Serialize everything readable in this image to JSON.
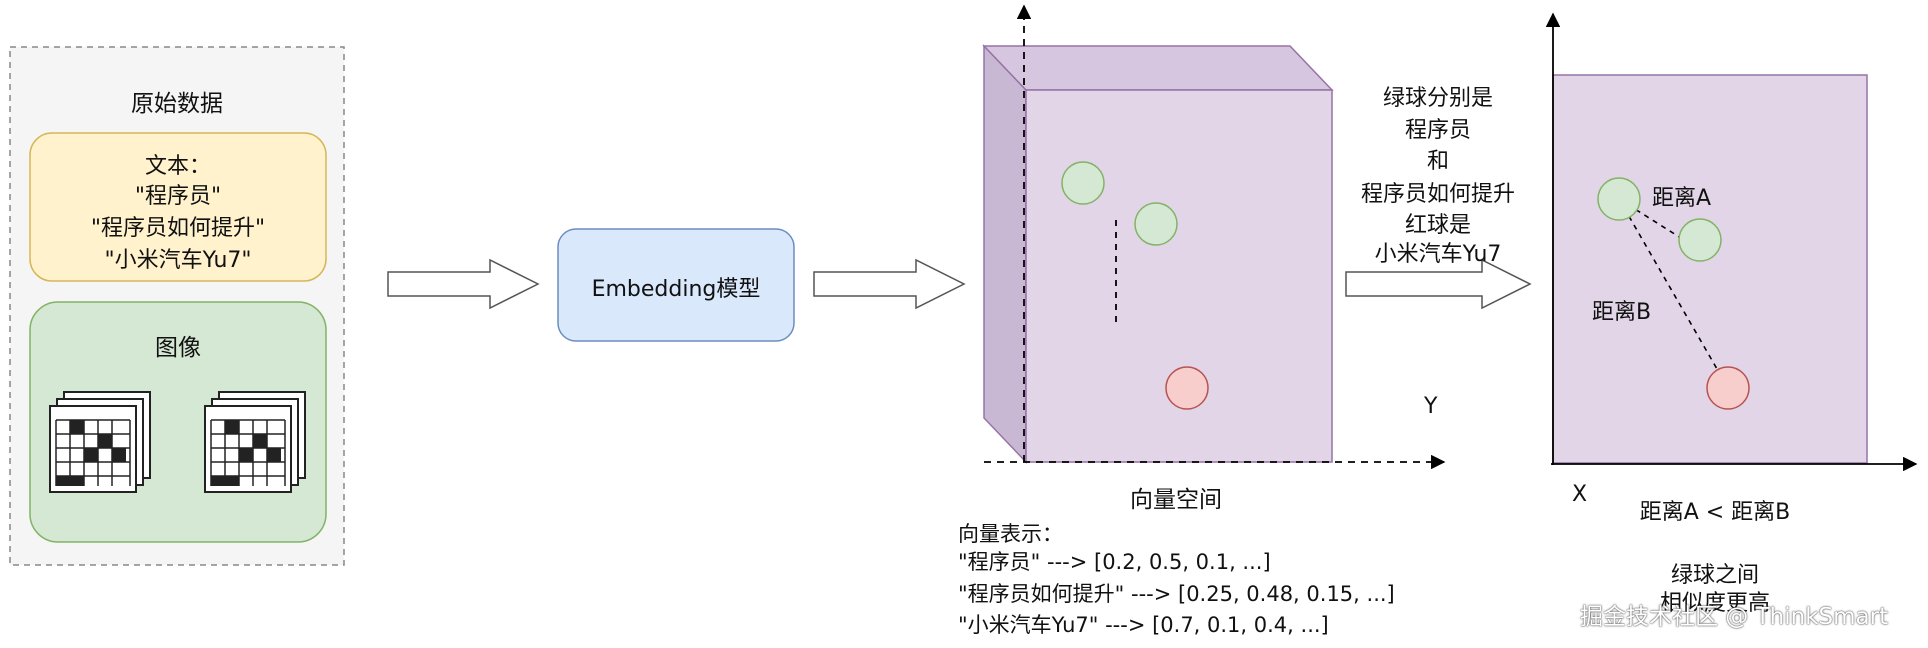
{
  "raw_data": {
    "title": "原始数据",
    "text_label": "文本：",
    "text_items": [
      "\"程序员\"",
      "\"程序员如何提升\"",
      "\"小米汽车Yu7\""
    ],
    "image_label": "图像",
    "image_icons": [
      "image-file-icon",
      "image-file-icon"
    ]
  },
  "model": {
    "label": "Embedding模型"
  },
  "vector_space": {
    "label": "向量空间",
    "y_axis_label": "Y",
    "balls": [
      {
        "color": "green",
        "fill": "#d5e8d4",
        "stroke": "#82b366"
      },
      {
        "color": "green",
        "fill": "#d5e8d4",
        "stroke": "#82b366"
      },
      {
        "color": "red",
        "fill": "#f8cecc",
        "stroke": "#b85450"
      }
    ]
  },
  "representation": {
    "title": "向量表示：",
    "lines": [
      "\"程序员\" ---> [0.2, 0.5, 0.1, ...]",
      "\"程序员如何提升\" ---> [0.25, 0.48, 0.15, ...]",
      "\"小米汽车Yu7\" ---> [0.7, 0.1, 0.4, ...]"
    ]
  },
  "explanation": {
    "lines": [
      "绿球分别是",
      "程序员",
      "和",
      "程序员如何提升",
      "红球是",
      "小米汽车Yu7"
    ]
  },
  "distance_view": {
    "distance_a": "距离A",
    "distance_b": "距离B",
    "x_axis_label": "X",
    "comparison": "距离A < 距离B",
    "conclusion": [
      "绿球之间",
      "相似度更高"
    ]
  },
  "watermark": "掘金技术社区 @ ThinkSmart",
  "colors": {
    "raw_panel_fill": "#f5f5f5",
    "text_box_fill": "#fff2cc",
    "text_box_stroke": "#d6b656",
    "image_box_fill": "#d5e8d4",
    "image_box_stroke": "#82b366",
    "model_fill": "#dae8fc",
    "model_stroke": "#6c8ebf",
    "space_fill": "#e1d5e7",
    "space_stroke": "#9673a6"
  }
}
